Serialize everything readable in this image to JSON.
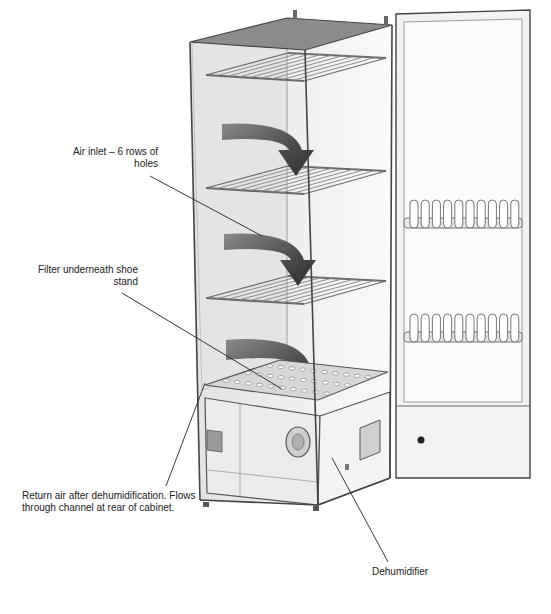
{
  "diagram": {
    "labels": [
      "Air inlet – 6 rows of holes",
      "Filter underneath shoe stand",
      "Return air after dehumidification. Flows through channel at rear of cabinet.",
      "Dehumidifier"
    ]
  }
}
